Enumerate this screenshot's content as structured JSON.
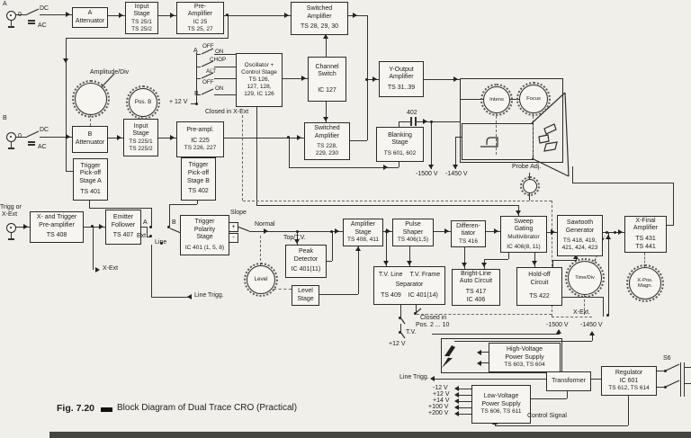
{
  "caption": {
    "fig": "Fig. 7.20",
    "text": "Block Diagram of Dual Trace CRO (Practical)"
  },
  "blocks": {
    "a_attenuator": {
      "l1": "A",
      "l2": "Attenuator"
    },
    "input_stage_a": {
      "l1": "Input",
      "l2": "Stage",
      "l3": "TS 25/1",
      "l4": "TS 25/2"
    },
    "pre_amplifier_a": {
      "l1": "Pre-",
      "l2": "Amplifier",
      "l3": "IC 25",
      "l4": "TS 25, 27"
    },
    "switched_amplifier_a": {
      "l1": "Switched",
      "l2": "Amplifier",
      "l3": "TS 28, 29, 30"
    },
    "oscillator": {
      "l1": "Oscillator +",
      "l2": "Control Stage",
      "l3": "TS 126,",
      "l4": "127, 128,",
      "l5": "129, IC 126"
    },
    "channel_switch": {
      "l1": "Channel",
      "l2": "Switch",
      "l3": "IC 127"
    },
    "y_output_amplifier": {
      "l1": "Y-Output",
      "l2": "Amplifier",
      "l3": "TS 31..39"
    },
    "b_attenuator": {
      "l1": "B",
      "l2": "Attenuator"
    },
    "input_stage_b": {
      "l1": "Input",
      "l2": "Stage",
      "l3": "TS 225/1",
      "l4": "TS 225/2"
    },
    "pre_ampl_b": {
      "l1": "Pre-ampl.",
      "l2": "IC 225",
      "l3": "TS 226, 227"
    },
    "trigger_pickoff_a": {
      "l1": "Trigger",
      "l2": "Pick-off",
      "l3": "Stage A",
      "l4": "TS 401"
    },
    "trigger_pickoff_b": {
      "l1": "Trigger",
      "l2": "Pick-off",
      "l3": "Stage B",
      "l4": "TS 402"
    },
    "switched_amplifier_b": {
      "l1": "Switched",
      "l2": "Amplifier",
      "l3": "TS 228,",
      "l4": "229, 230"
    },
    "blanking_stage": {
      "l1": "Blanking",
      "l2": "Stage",
      "l3": "TS 601, 602"
    },
    "x_trigger_preamplifier": {
      "l1": "X- and Trigger",
      "l2": "Pre-amplifier",
      "l3": "TS 408"
    },
    "emitter_follower": {
      "l1": "Emitter",
      "l2": "Follower",
      "l3": "TS 407"
    },
    "trigger_polarity": {
      "l1": "Trigger",
      "l2": "Polarity",
      "l3": "Stage",
      "l4": "IC 401 (1, 5, 8)"
    },
    "peak_detector": {
      "l1": "Peak",
      "l2": "Detector",
      "l3": "IC 401(11)"
    },
    "level_stage": {
      "l1": "Level",
      "l2": "Stage"
    },
    "amplifier_stage": {
      "l1": "Amplifier",
      "l2": "Stage",
      "l3": "TS 408, 411"
    },
    "pulse_shaper": {
      "l1": "Pulse",
      "l2": "Shaper",
      "l3": "TS 406(1,5)"
    },
    "tv_separator": {
      "c1": "T.V. Line",
      "c2": "T.V. Frame",
      "l2": "Separator",
      "c3": "TS 409",
      "c4": "IC 401(14)"
    },
    "differentiator": {
      "l1": "Differen-",
      "l2": "tiator",
      "l3": "TS 416"
    },
    "sweep_gating": {
      "l1": "Sweep",
      "l2": "Gating",
      "l3": "Multivibrator",
      "l4": "IC 406(8, 11)"
    },
    "sawtooth_generator": {
      "l1": "Sawtooth",
      "l2": "Generator",
      "l3": "TS 418, 419,",
      "l4": "421, 424, 423"
    },
    "x_final_amplifier": {
      "l1": "X-Final",
      "l2": "Amplifier",
      "l3": "TS 431",
      "l4": "TS 441"
    },
    "bright_line_auto": {
      "l1": "Bright-Line",
      "l2": "Auto Circuit",
      "l3": "TS 417",
      "l4": "IC 406"
    },
    "hold_off": {
      "l1": "Hold-off",
      "l2": "Circuit",
      "l3": "TS 422"
    },
    "hv_supply": {
      "l1": "High-Voltage",
      "l2": "Power Supply",
      "l3": "TS 603, TS 604"
    },
    "transformer": {
      "l1": "Transformer"
    },
    "regulator": {
      "l1": "Regulator",
      "l2": "IC 601",
      "l3": "TS 612, TS 614"
    },
    "lv_supply": {
      "l1": "Low-Voltage",
      "l2": "Power Supply",
      "l3": "TS 606, TS 611"
    }
  },
  "knobs": {
    "amplitude_div": "Amplitude/Div",
    "pos_b": "Pos. B",
    "intens": "Intens",
    "focus": "Focus",
    "level": "Level",
    "time_div": "Time/Div",
    "x_pos_1": "X-Pos.",
    "x_pos_2": "Magn.",
    "probe_adj": "Probe Adj."
  },
  "labels": {
    "input_a": "A",
    "dc_a": "DC",
    "ac_a": "AC",
    "gnd_a": "0",
    "input_b": "B",
    "dc_b": "DC",
    "ac_b": "AC",
    "gnd_b": "0",
    "trigg_1": "Trigg or",
    "trigg_2": "X-Ext",
    "sw_a": "A",
    "sw_off1": "OFF",
    "sw_on1": "ON",
    "sw_chop": "CHOP",
    "sw_alt": "ALT",
    "sw_off2": "OFF",
    "sw_b": "B",
    "sw_on2": "ON",
    "plus12_top": "+ 12 V",
    "closed_xext": "Closed in X-Ext",
    "cap402": "402",
    "hv1500_top": "-1500 V",
    "hv1450_top": "-1450 V",
    "trig_a": "A",
    "trig_b": "B",
    "trig_ext": "Ext",
    "trig_line": "Line",
    "slope": "Slope",
    "slope_plus": "+",
    "slope_minus": "-",
    "normal": "Normal",
    "top_tv": "Top/T.V.",
    "xext_mid": "X-Ext",
    "line_trigg_mid": "Line Trigg.",
    "tv": "T.V.",
    "plus12_bottom": "+12 V",
    "closed_in": "Closed in",
    "pos_2_10": "Pos. 2 ... 10",
    "xext_bottom": "X-Ext.",
    "hv1500_bot": "-1500 V",
    "hv1450_bot": "-1450 V",
    "line_trigg_bot": "Line Trigg.",
    "v_m12": "-12 V",
    "v_p12": "+12 V",
    "v_p14": "+14 V",
    "v_p100": "+100 V",
    "v_p200": "+200 V",
    "control_signal": "Control Signal",
    "s6": "S6"
  }
}
